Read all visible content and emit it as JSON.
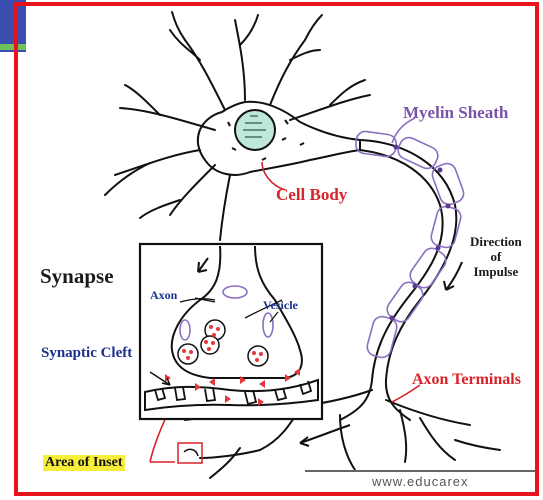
{
  "diagram": {
    "labels": {
      "myelin_sheath": "Myelin Sheath",
      "cell_body": "Cell Body",
      "direction_line1": "Direction",
      "direction_line2": "of",
      "direction_line3": "Impulse",
      "synapse": "Synapse",
      "axon": "Axon",
      "vesicle": "Vesicle",
      "synaptic_cleft": "Synaptic Cleft",
      "axon_terminals": "Axon Terminals",
      "area_of_inset": "Area of Inset",
      "watermark": "www.educarex"
    },
    "colors": {
      "frame": "#e8141c",
      "label_red": "#d8232a",
      "label_purple": "#7a52a8",
      "label_navy": "#1b2f8c",
      "highlight_yellow": "#f7ef3a",
      "nucleus_green": "#bfe8dc",
      "myelin_purple": "#8b6fc0",
      "vesicle_red": "#e23a3a"
    }
  }
}
